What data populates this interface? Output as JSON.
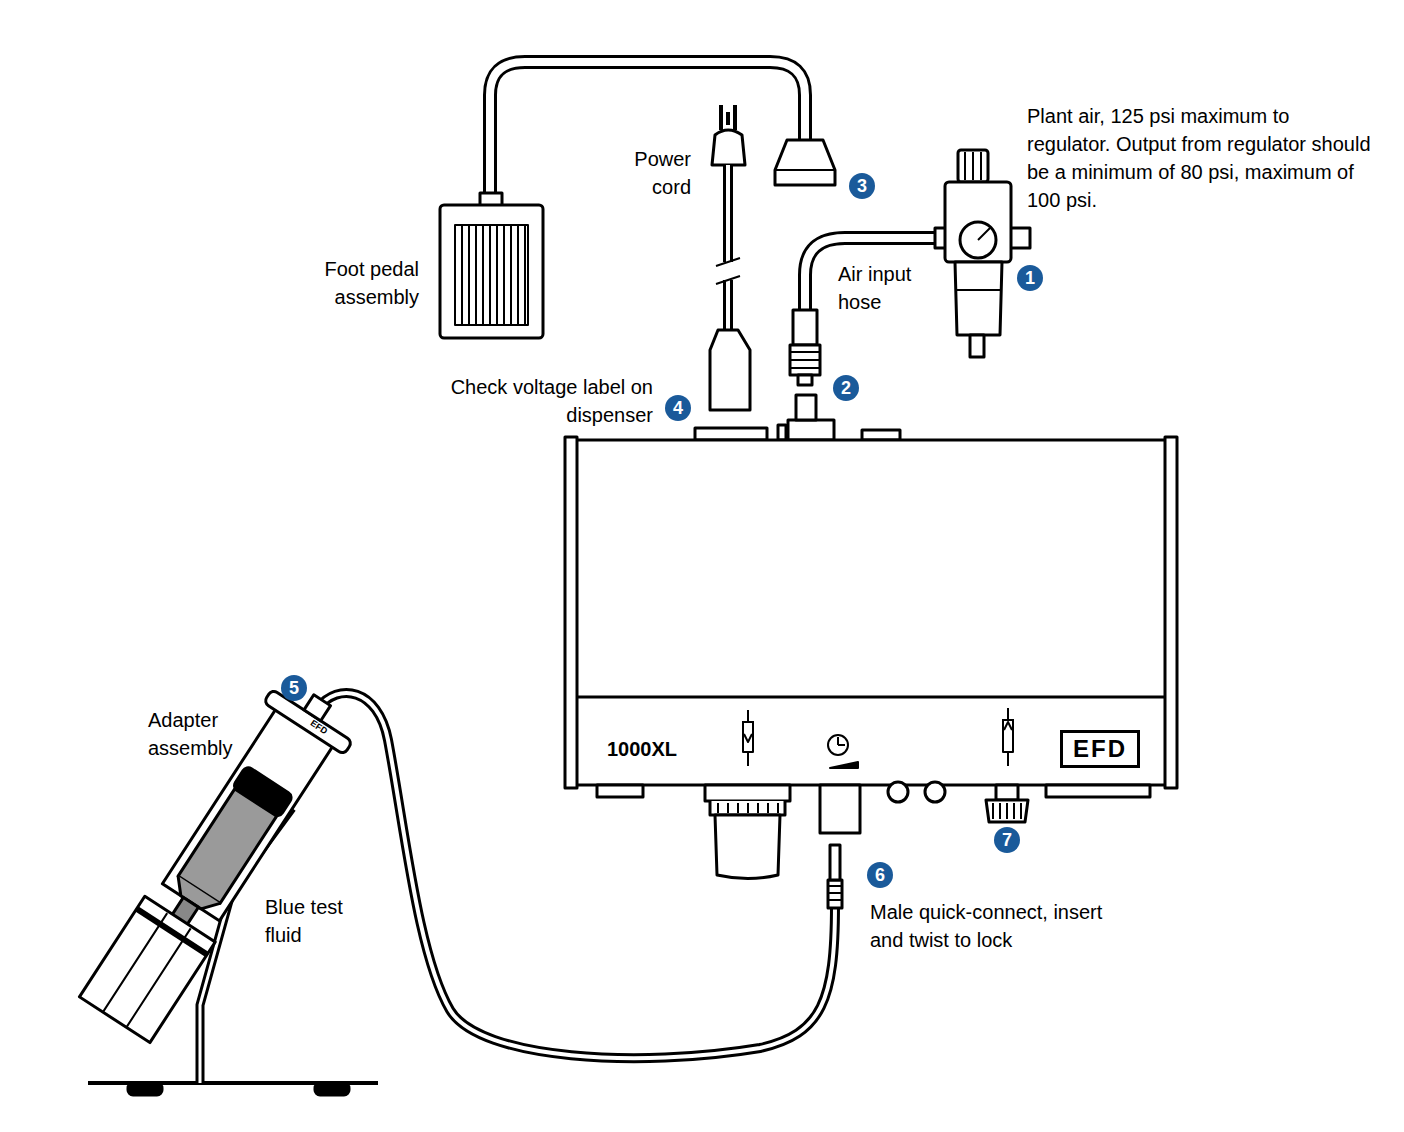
{
  "diagram": {
    "nodes": [
      {
        "text": [
          "1000XL"
        ]
      },
      {
        "text": [
          "EFD"
        ],
        "in": 0
      }
    ],
    "labels": [
      "Plant air, 125 psi maximum to regulator. Output from regulator should be a minimum of 80 psi, maximum of 100 psi.",
      "Power cord",
      "Foot pedal assembly",
      "Air input hose",
      "Check voltage label on dispenser",
      "Adapter assembly",
      "Blue test fluid",
      "Male quick-connect, insert and twist to lock",
      "1",
      "2",
      "3",
      "4",
      "5",
      "6",
      "7",
      "EFD"
    ]
  }
}
